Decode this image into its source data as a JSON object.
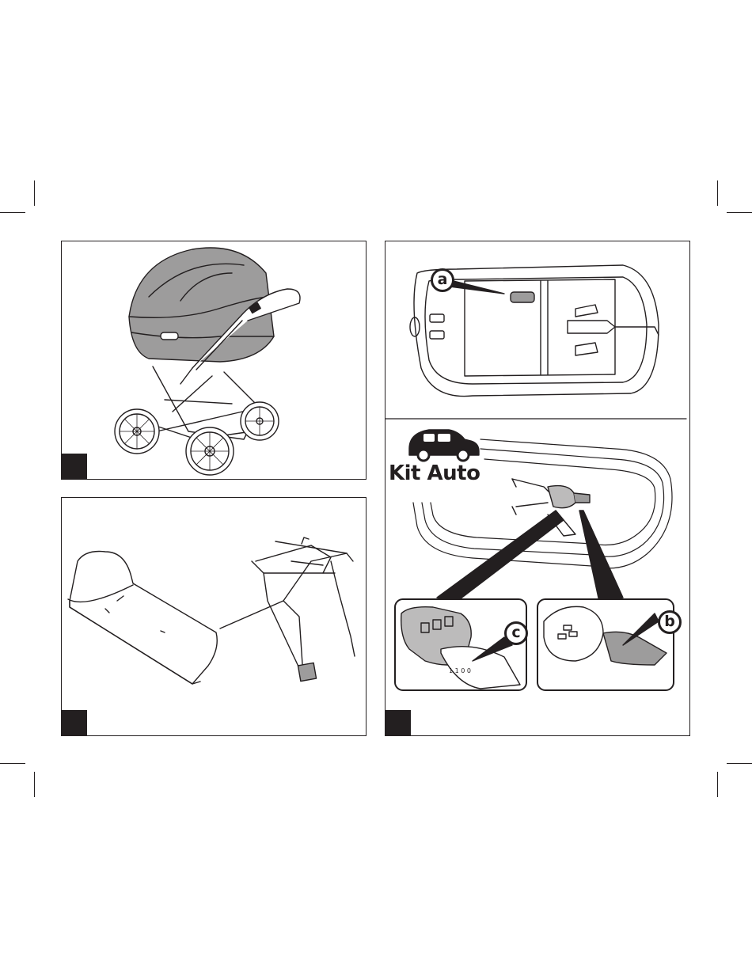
{
  "panels": {
    "top_left": {
      "illustration": "pram-with-carrycot"
    },
    "bottom_left": {
      "illustration": "footmuff-and-stand"
    },
    "right": {
      "illustration": "carrycot-car-kit",
      "kit_label": "Kit Auto",
      "callouts": {
        "a": "a",
        "b": "b",
        "c": "c"
      },
      "icon": "car-icon"
    }
  },
  "colors": {
    "line": "#231f20",
    "fill_gray": "#9d9c9c",
    "light_gray": "#bcbbbb"
  }
}
